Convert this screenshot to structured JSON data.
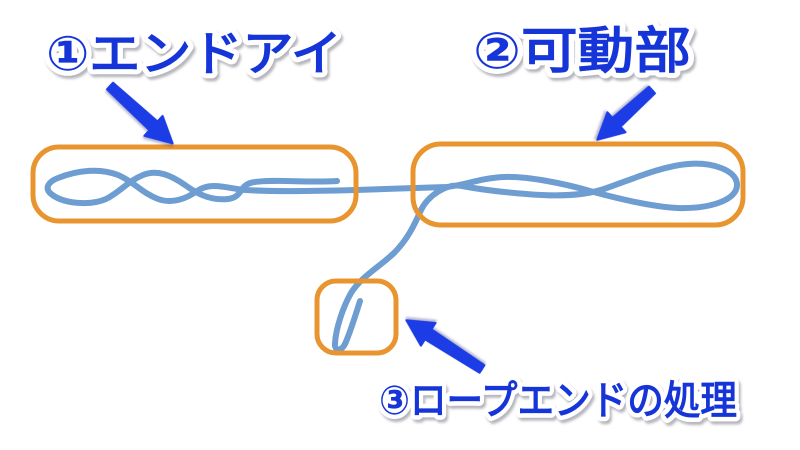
{
  "figure": {
    "background": "#ffffff"
  },
  "labels": {
    "end_eye": "①エンドアイ",
    "movable_part": "②可動部",
    "rope_end": "③ロープエンドの処理"
  },
  "colors": {
    "label_blue": "#1835d8",
    "label_outline": "#ffffff",
    "arrow_blue": "#1e3de6",
    "rope_blue": "#6d9dd1",
    "box_orange": "#e8942f"
  }
}
